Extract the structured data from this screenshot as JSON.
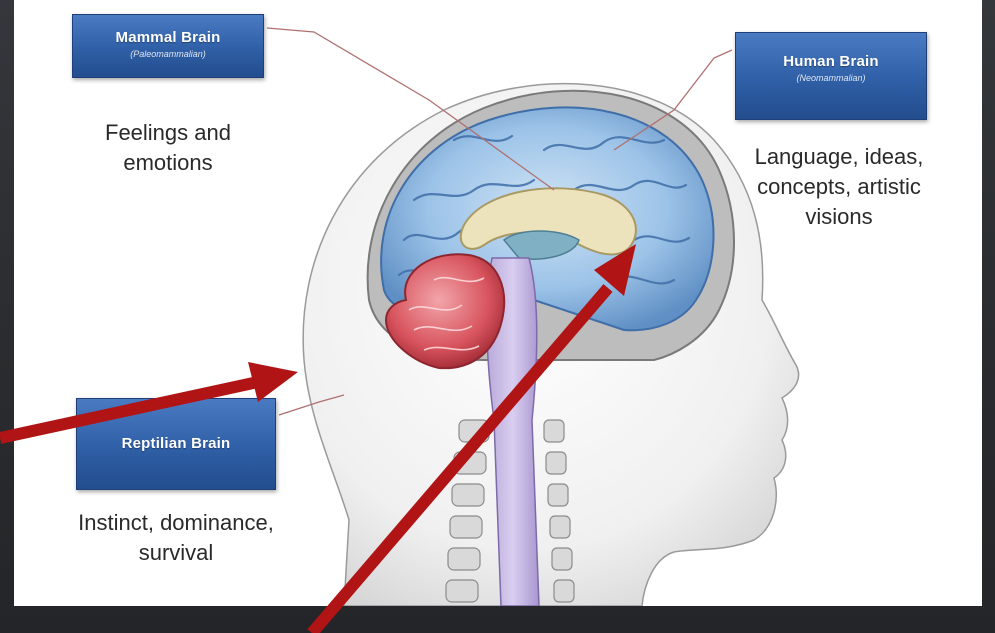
{
  "regions": {
    "mammal": {
      "title": "Mammal Brain",
      "subtitle": "(Paleomammalian)",
      "caption_lines": [
        "Feelings and",
        "emotions"
      ],
      "color": "#e8dcb0"
    },
    "human": {
      "title": "Human Brain",
      "subtitle": "(Neomammalian)",
      "caption_lines": [
        "Language, ideas,",
        "concepts, artistic",
        "visions"
      ],
      "color": "#a9cbe8"
    },
    "reptilian": {
      "title": "Reptilian Brain",
      "subtitle": "",
      "caption_lines": [
        "Instinct, dominance,",
        "survival"
      ],
      "color": "#d9606a"
    }
  },
  "colors": {
    "label_box": "#2f5fa6",
    "arrow": "#b01414",
    "slide_background": "#2b2d30",
    "skin": "#f1f1f1"
  },
  "arrows": [
    {
      "name": "arrow-to-cerebellum",
      "points_to": "reptilian"
    },
    {
      "name": "arrow-to-cortex",
      "points_to": "human"
    }
  ]
}
